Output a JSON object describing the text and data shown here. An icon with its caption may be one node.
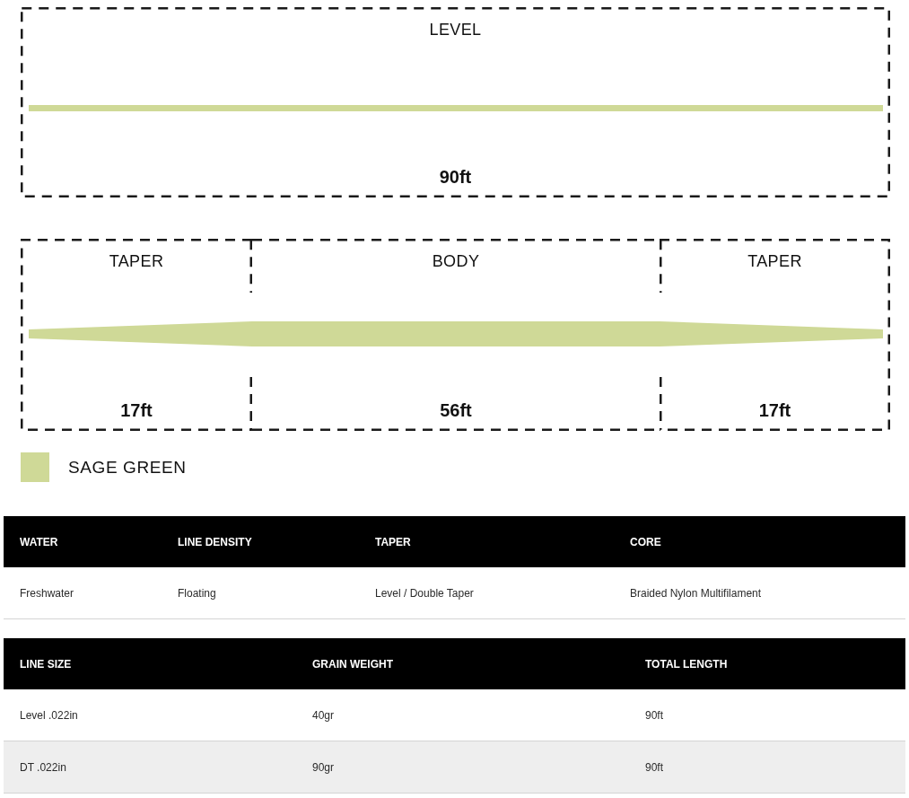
{
  "diagram": {
    "nodes": [
      {
        "text": [
          "LEVEL",
          "**90**ft"
        ]
      },
      {
        "text": [
          "TAPER",
          "**17**ft"
        ]
      },
      {
        "text": [
          "BODY",
          "**56**ft"
        ]
      },
      {
        "text": [
          "TAPER",
          "**17**ft"
        ]
      }
    ],
    "edges": [],
    "labels": [
      "WATER",
      "LINE DENSITY",
      "TAPER",
      "CORE",
      "Freshwater",
      "Floating",
      "Level / Double Taper",
      "Braided Nylon Multifilament",
      "LINE SIZE",
      "GRAIN WEIGHT",
      "TOTAL LENGTH",
      "Level .022in",
      "40gr",
      "90ft",
      "DT .022in",
      "90gr",
      "90ft"
    ],
    "legend": [
      {
        "text": "SAGE GREEN",
        "color": "#cfd997"
      }
    ]
  }
}
